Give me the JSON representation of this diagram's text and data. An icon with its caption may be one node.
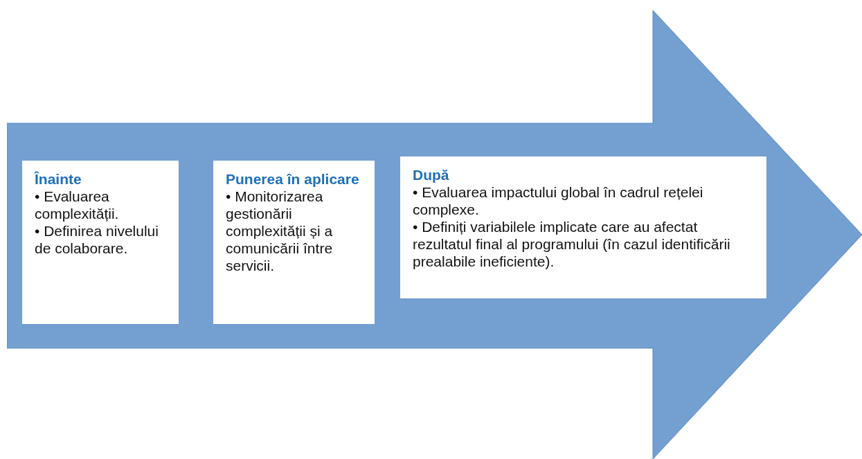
{
  "diagram": {
    "nodes": [
      {
        "text": [],
        "shape": "arrow"
      },
      {
        "text": [
          "Înainte",
          "• Evaluarea complexității.",
          "• Definirea nivelului de colaborare."
        ],
        "in": 0
      },
      {
        "text": [
          "Punerea în aplicare",
          "• Monitorizarea gestionării complexității și a comunicării între servicii."
        ],
        "in": 0
      },
      {
        "text": [
          "După",
          "• Evaluarea impactului global în cadrul rețelei complexe.",
          "• Definiți variabilele implicate care au afectat rezultatul final al programului (în cazul identificării prealabile ineficiente)."
        ],
        "in": 0
      }
    ],
    "edges": []
  }
}
